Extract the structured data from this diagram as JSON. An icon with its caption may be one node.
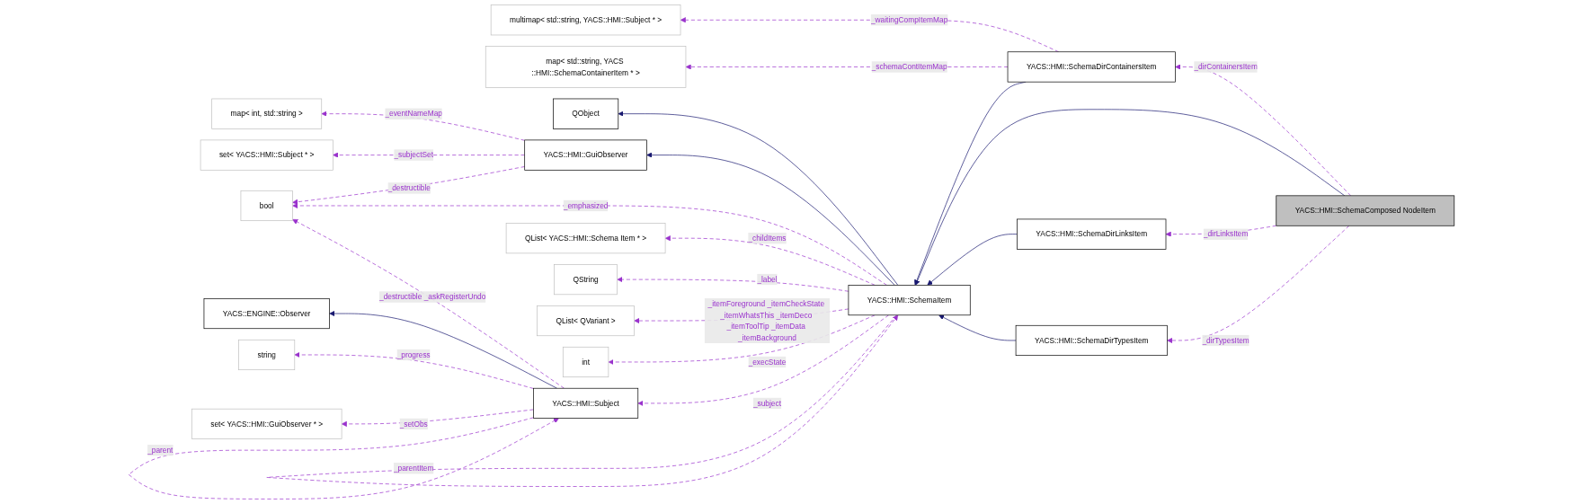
{
  "diagram": {
    "nodes": [
      {
        "text": [
          "map< int, std::string >"
        ]
      },
      {
        "text": [
          "set< YACS::HMI::Subject * >"
        ]
      },
      {
        "text": [
          "QObject"
        ]
      },
      {
        "text": [
          "YACS::HMI::GuiObserver"
        ]
      },
      {
        "text": [
          "bool"
        ]
      },
      {
        "text": [
          "YACS::ENGINE::Observer"
        ]
      },
      {
        "text": [
          "YACS::HMI::Subject"
        ]
      },
      {
        "text": [
          "string"
        ]
      },
      {
        "text": [
          "set< YACS::HMI::GuiObserver * >"
        ]
      },
      {
        "text": [
          "multimap< std::string, YACS::HMI::Subject * >"
        ]
      },
      {
        "text": [
          "map< std::string, YACS ::HMI::SchemaContainerItem * >"
        ]
      },
      {
        "text": [
          "QList< YACS::HMI::Schema Item * >"
        ]
      },
      {
        "text": [
          "YACS::HMI::SchemaItem"
        ]
      },
      {
        "text": [
          "QString"
        ]
      },
      {
        "text": [
          "YACS::HMI::SchemaDirContainersItem"
        ]
      },
      {
        "text": [
          "YACS::HMI::SchemaDirLinksItem"
        ]
      },
      {
        "text": [
          "QList< QVariant >"
        ]
      },
      {
        "text": [
          "YACS::HMI::SchemaDirTypesItem"
        ]
      },
      {
        "text": [
          "int"
        ]
      },
      {
        "text": [
          "YACS::HMI::SchemaComposed NodeItem"
        ]
      }
    ],
    "edges": [
      {
        "from": 12,
        "to": 2,
        "arrow": "to",
        "color": "#191970"
      },
      {
        "from": 12,
        "to": 3,
        "arrow": "to",
        "color": "#191970"
      },
      {
        "from": 6,
        "to": 5,
        "arrow": "to",
        "color": "#191970"
      },
      {
        "from": 14,
        "to": 12,
        "arrow": "to",
        "color": "#191970"
      },
      {
        "from": 19,
        "to": 12,
        "arrow": "to",
        "color": "#191970"
      },
      {
        "from": 15,
        "to": 12,
        "arrow": "to",
        "color": "#191970"
      },
      {
        "from": 17,
        "to": 12,
        "arrow": "to",
        "color": "#191970"
      },
      {
        "from": 3,
        "to": 0,
        "arrow": "to",
        "label": "_eventNameMap",
        "style": "dashed"
      },
      {
        "from": 3,
        "to": 1,
        "arrow": "to",
        "label": "_subjectSet",
        "style": "dashed"
      },
      {
        "from": 3,
        "to": 4,
        "arrow": "to",
        "label": "_destructible",
        "style": "dashed"
      },
      {
        "from": 12,
        "to": 4,
        "arrow": "to",
        "label": "_emphasized",
        "style": "dashed"
      },
      {
        "from": 6,
        "to": 4,
        "arrow": "to",
        "label": "_destructible _askRegisterUndo",
        "style": "dashed"
      },
      {
        "from": 6,
        "to": 6,
        "arrow": "to",
        "label": "_parent",
        "style": "dashed"
      },
      {
        "from": 6,
        "to": 7,
        "arrow": "to",
        "label": "_progress",
        "style": "dashed"
      },
      {
        "from": 6,
        "to": 8,
        "arrow": "to",
        "label": "_setObs",
        "style": "dashed"
      },
      {
        "from": 12,
        "to": 6,
        "arrow": "to",
        "label": "_subject",
        "style": "dashed"
      },
      {
        "from": 12,
        "to": 12,
        "arrow": "to",
        "label": "_parentItem",
        "style": "dashed"
      },
      {
        "from": 12,
        "to": 11,
        "arrow": "to",
        "label": "_childItems",
        "style": "dashed"
      },
      {
        "from": 12,
        "to": 13,
        "arrow": "to",
        "label": "_label",
        "style": "dashed"
      },
      {
        "from": 12,
        "to": 16,
        "arrow": "to",
        "label": "_itemForeground _itemCheckState _itemWhatsThis _itemDeco _itemToolTip _itemData _itemBackground",
        "style": "dashed"
      },
      {
        "from": 12,
        "to": 18,
        "arrow": "to",
        "label": "_execState",
        "style": "dashed"
      },
      {
        "from": 14,
        "to": 9,
        "arrow": "to",
        "label": "_waitingCompItemMap",
        "style": "dashed"
      },
      {
        "from": 14,
        "to": 10,
        "arrow": "to",
        "label": "_schemaContItemMap",
        "style": "dashed"
      },
      {
        "from": 19,
        "to": 14,
        "arrow": "to",
        "label": "_dirContainersItem",
        "style": "dashed"
      },
      {
        "from": 19,
        "to": 15,
        "arrow": "to",
        "label": "_dirLinksItem",
        "style": "dashed"
      },
      {
        "from": 19,
        "to": 17,
        "arrow": "to",
        "label": "_dirTypesItem",
        "style": "dashed"
      }
    ]
  }
}
